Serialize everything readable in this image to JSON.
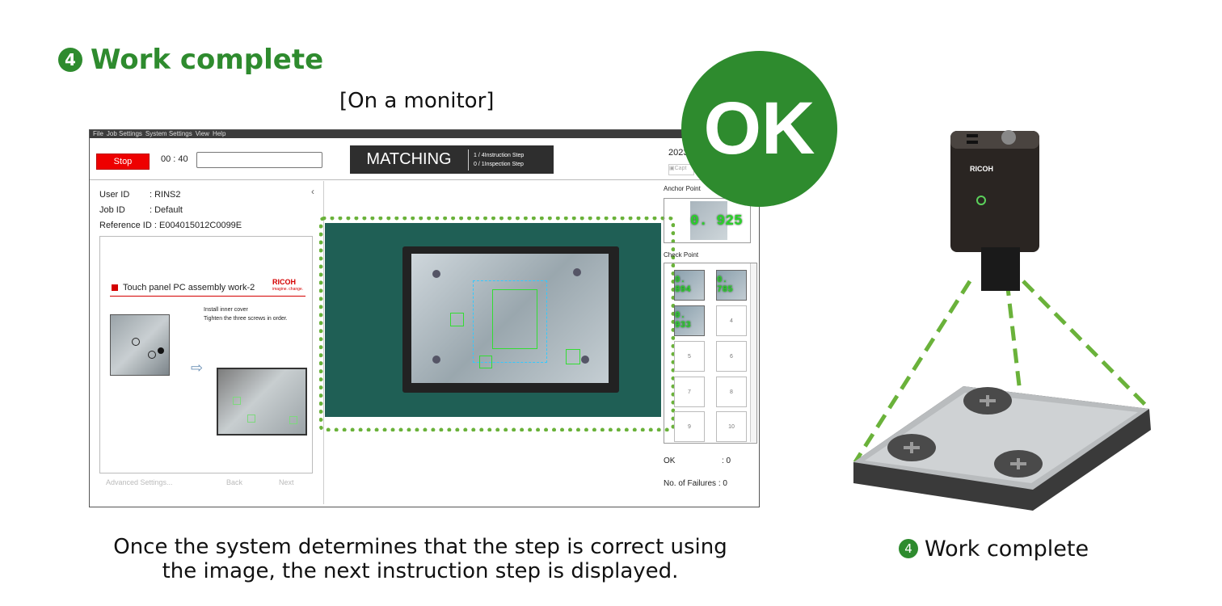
{
  "heading": {
    "number": "4",
    "title": "Work complete"
  },
  "monitor_label": "[On a monitor]",
  "app": {
    "menu": [
      "File",
      "Job Settings",
      "System Settings",
      "View",
      "Help"
    ],
    "stop_label": "Stop",
    "timer": "00 : 40",
    "status": "MATCHING",
    "instruction_step": "1 / 4Instruction Step",
    "inspection_step": "0 / 1Inspection Step",
    "date": "2023",
    "capture_label": "Capt",
    "user_id_label": "User ID",
    "user_id_value": ": RINS2",
    "job_id_label": "Job ID",
    "job_id_value": ": Default",
    "reference_label": "Reference ID",
    "reference_value": ": E004015012C0099E",
    "doc_title": "Touch panel PC assembly work-2",
    "doc_brand": "RICOH",
    "doc_tagline": "imagine. change.",
    "doc_line1": "Install inner cover",
    "doc_line2": "Tighten the three screws in order.",
    "advanced_label": "Advanced Settings...",
    "back_label": "Back",
    "next_label": "Next",
    "anchor_label": "Anchor Point",
    "anchor_score": "0. 925",
    "check_label": "Check Point",
    "check_scores": [
      "0. 894",
      "0. 785",
      "0. 933"
    ],
    "check_numbers": [
      "4",
      "5",
      "6",
      "7",
      "8",
      "9",
      "10"
    ],
    "ok_label": "OK",
    "ok_value": ": 0",
    "failures_label": "No. of Failures",
    "failures_value": ": 0"
  },
  "ok_badge": "OK",
  "caption_line1": "Once the system determines that the step is correct using",
  "caption_line2": "the image, the next instruction step is displayed.",
  "right_caption": {
    "number": "4",
    "text": "Work complete"
  },
  "camera_brand": "RICOH",
  "colors": {
    "accent_green": "#2e8b2e",
    "dotted_green": "#6ab23a",
    "stop_red": "#ee0000",
    "brand_red": "#d40000"
  }
}
